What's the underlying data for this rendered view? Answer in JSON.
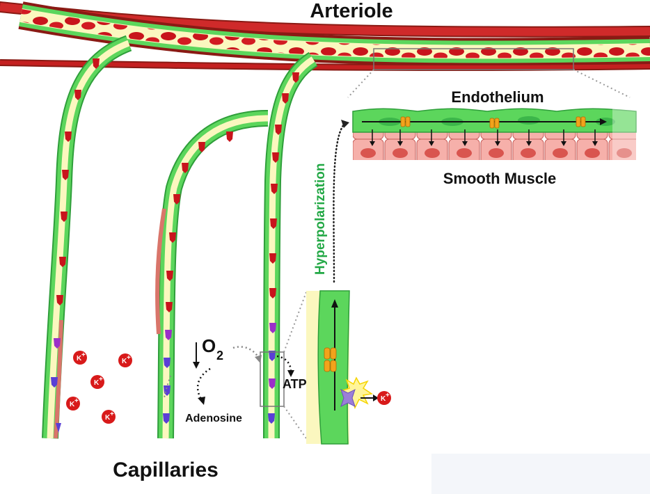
{
  "labels": {
    "arteriole": "Arteriole",
    "endothelium": "Endothelium",
    "smooth_muscle": "Smooth Muscle",
    "hyperpolarization": "Hyperpolarization",
    "capillaries": "Capillaries",
    "o2_main": "O",
    "o2_sub": "2",
    "atp": "ATP",
    "adenosine": "Adenosine",
    "k_ion": "K",
    "k_charge": "+"
  },
  "colors": {
    "endothelium_green": "#5cd65c",
    "endothelium_dark": "#2e9e3a",
    "lumen_yellow": "#fbf7bf",
    "red_blood_cell": "#c8141c",
    "arteriole_outer": "#8a1a14",
    "smooth_muscle_pink": "#f3a6a0",
    "pericyte_purple": "#9b2fc9",
    "pericyte_blue": "#5a3fd6",
    "hyperpolarization_green": "#22a845",
    "k_ion_red": "#d81a1a",
    "channel_orange": "#f2a31c"
  }
}
